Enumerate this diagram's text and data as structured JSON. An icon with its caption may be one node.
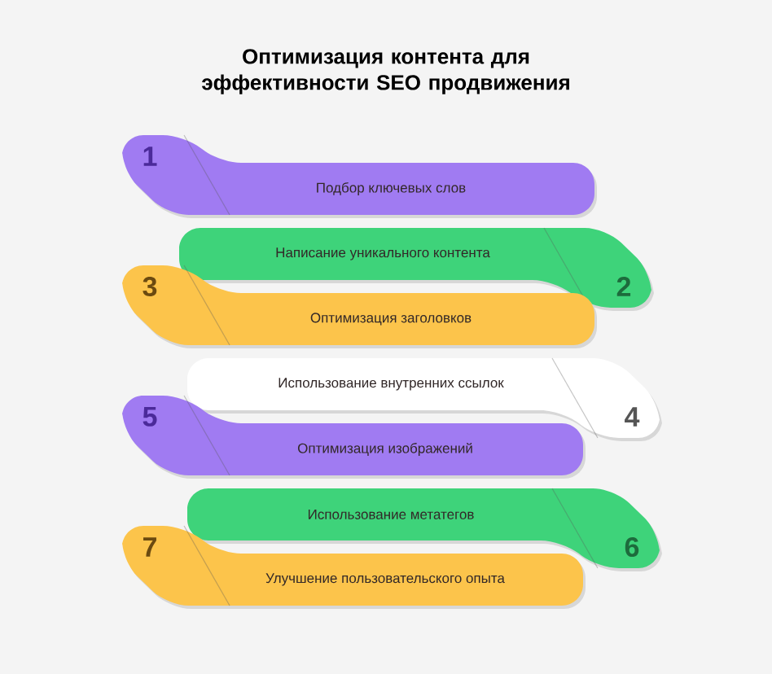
{
  "diagram": {
    "title": "Оптимизация контента для эффективности SEO продвижения",
    "nodes": [
      {
        "text": [
          "1",
          "Подбор ключевых слов"
        ]
      },
      {
        "text": [
          "2",
          "Написание уникального контента"
        ]
      },
      {
        "text": [
          "3",
          "Оптимизация заголовков"
        ]
      },
      {
        "text": [
          "4",
          "Использование внутренних ссылок"
        ]
      },
      {
        "text": [
          "5",
          "Оптимизация изображений"
        ]
      },
      {
        "text": [
          "6",
          "Использование метатегов"
        ]
      },
      {
        "text": [
          "7",
          "Улучшение пользовательского опыта"
        ]
      }
    ]
  }
}
